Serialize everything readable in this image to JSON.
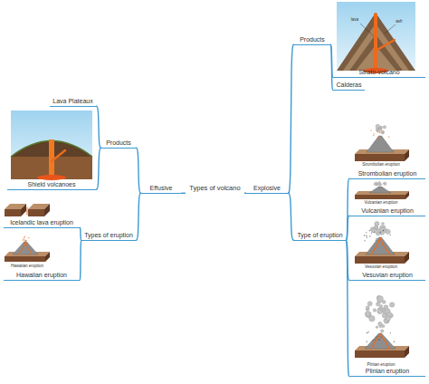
{
  "diagram": {
    "nodes": [
      {
        "text": [
          "Types of volcano"
        ]
      },
      {
        "text": [
          "Effusive"
        ]
      },
      {
        "text": [
          "Explosive"
        ]
      },
      {
        "text": [
          "Products"
        ]
      },
      {
        "text": [
          "Types of eruption"
        ]
      },
      {
        "text": [
          "Lava Plateaux"
        ]
      },
      {
        "text": [
          "Shield volcanoes"
        ]
      },
      {
        "text": [
          "Icelandic lava eruption"
        ]
      },
      {
        "text": [
          "Hawaiian eruption"
        ]
      },
      {
        "text": [
          "Products"
        ]
      },
      {
        "text": [
          "Type of eruption"
        ]
      },
      {
        "text": [
          "Strato-volcano"
        ]
      },
      {
        "text": [
          "Calderas"
        ]
      },
      {
        "text": [
          "Strombolian eruption"
        ]
      },
      {
        "text": [
          "Vulcanian eruption"
        ]
      },
      {
        "text": [
          "Vesuvian eruption"
        ]
      },
      {
        "text": [
          "Plinian eruption"
        ]
      }
    ],
    "edges": [
      {
        "from": 0,
        "to": 1,
        "arrow": "none"
      },
      {
        "from": 0,
        "to": 2,
        "arrow": "none"
      },
      {
        "from": 1,
        "to": 3,
        "arrow": "none"
      },
      {
        "from": 1,
        "to": 4,
        "arrow": "none"
      },
      {
        "from": 3,
        "to": 5,
        "arrow": "none"
      },
      {
        "from": 3,
        "to": 6,
        "arrow": "none"
      },
      {
        "from": 4,
        "to": 7,
        "arrow": "none"
      },
      {
        "from": 4,
        "to": 8,
        "arrow": "none"
      },
      {
        "from": 2,
        "to": 9,
        "arrow": "none"
      },
      {
        "from": 2,
        "to": 10,
        "arrow": "none"
      },
      {
        "from": 9,
        "to": 11,
        "arrow": "none"
      },
      {
        "from": 9,
        "to": 12,
        "arrow": "none"
      },
      {
        "from": 10,
        "to": 13,
        "arrow": "none"
      },
      {
        "from": 10,
        "to": 14,
        "arrow": "none"
      },
      {
        "from": 10,
        "to": 15,
        "arrow": "none"
      },
      {
        "from": 10,
        "to": 16,
        "arrow": "none"
      }
    ],
    "labels": [
      "lava",
      "ash",
      "Hawaiian eruption",
      "Strombolian eruption",
      "Vulcanian eruption",
      "Vesuvian eruption",
      "Plinian eruption"
    ]
  }
}
